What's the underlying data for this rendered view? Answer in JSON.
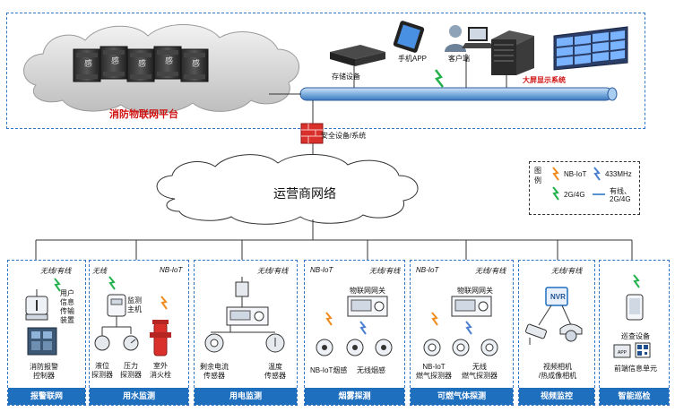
{
  "top": {
    "platform_label": "消防物联网平台",
    "storage_label": "存储设备",
    "app_label": "手机APP",
    "client_label": "客户端",
    "bigscreen_label": "大屏显示系统",
    "security_label": "安全设备/系统",
    "server_char": "感"
  },
  "carrier_label": "运营商网络",
  "legend": {
    "title_chars": [
      "图",
      "例"
    ],
    "nbiot": "NB-IoT",
    "mhz": "433MHz",
    "g24": "2G/4G",
    "wired": "有线、",
    "wired2": "2G/4G"
  },
  "panels": [
    {
      "title": "报警联网",
      "conn": "无线/有线",
      "dev1": [
        "用户",
        "信息",
        "传输",
        "装置"
      ],
      "dev2": [
        "消防报警",
        "控制器"
      ]
    },
    {
      "title": "用水监测",
      "conn_left": "无线",
      "conn_right": "NB-IoT",
      "host": [
        "监测",
        "主机"
      ],
      "sensors": [
        [
          "液位",
          "探测器"
        ],
        [
          "压力",
          "探测器"
        ],
        [
          "室外",
          "消火栓"
        ]
      ]
    },
    {
      "title": "用电监测",
      "conn": "无线/有线",
      "sensors": [
        [
          "剩余电流",
          "传感器"
        ],
        [
          "温度",
          "传感器"
        ]
      ]
    },
    {
      "title": "烟雾探测",
      "conn_left": "NB-IoT",
      "conn_right": "无线/有线",
      "gateway": "物联网网关",
      "sensors": [
        "NB-IoT烟感",
        "无线烟感"
      ]
    },
    {
      "title": "可燃气体探测",
      "conn_left": "NB-IoT",
      "conn_right": "无线/有线",
      "gateway": "物联网网关",
      "sensors": [
        [
          "NB-IoT",
          "燃气探测器"
        ],
        [
          "无线",
          "燃气探测器"
        ]
      ]
    },
    {
      "title": "视频监控",
      "conn": "无线/有线",
      "nvr": "NVR",
      "sensors": [
        "视频相机",
        "/热成像相机"
      ]
    },
    {
      "title": "智能巡检",
      "dev1": "巡查设备",
      "dev2": "前端信息单元",
      "app": "APP"
    }
  ],
  "colors": {
    "accent_blue": "#1f6fbf",
    "dash_blue": "#2f75c3",
    "platform_red": "#d01010",
    "nbiot_orange": "#f08a1c",
    "g4_green": "#22b14c",
    "mhz_blue": "#4a7fd0"
  }
}
